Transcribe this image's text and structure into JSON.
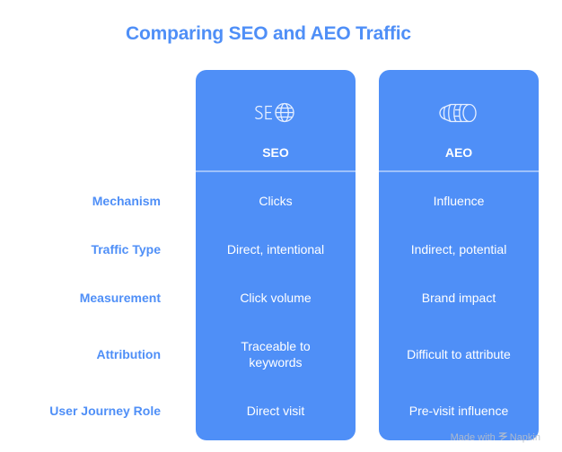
{
  "title": "Comparing SEO and AEO Traffic",
  "colors": {
    "accent": "#4f8ff7",
    "card_text": "#ffffff",
    "divider": "#9ec1fb",
    "watermark": "#b9bfc9"
  },
  "rows": [
    {
      "label": "Mechanism",
      "seo": "Clicks",
      "aeo": "Influence"
    },
    {
      "label": "Traffic Type",
      "seo": "Direct, intentional",
      "aeo": "Indirect, potential"
    },
    {
      "label": "Measurement",
      "seo": "Click volume",
      "aeo": "Brand impact"
    },
    {
      "label": "Attribution",
      "seo": "Traceable to keywords",
      "aeo": "Difficult to attribute"
    },
    {
      "label": "User Journey Role",
      "seo": "Direct visit",
      "aeo": "Pre-visit influence"
    }
  ],
  "columns": {
    "seo": {
      "heading": "SEO",
      "icon": "seo-globe-icon"
    },
    "aeo": {
      "heading": "AEO",
      "icon": "lens-cylinder-icon"
    }
  },
  "watermark": {
    "prefix": "Made with",
    "brand": "Napkin"
  }
}
